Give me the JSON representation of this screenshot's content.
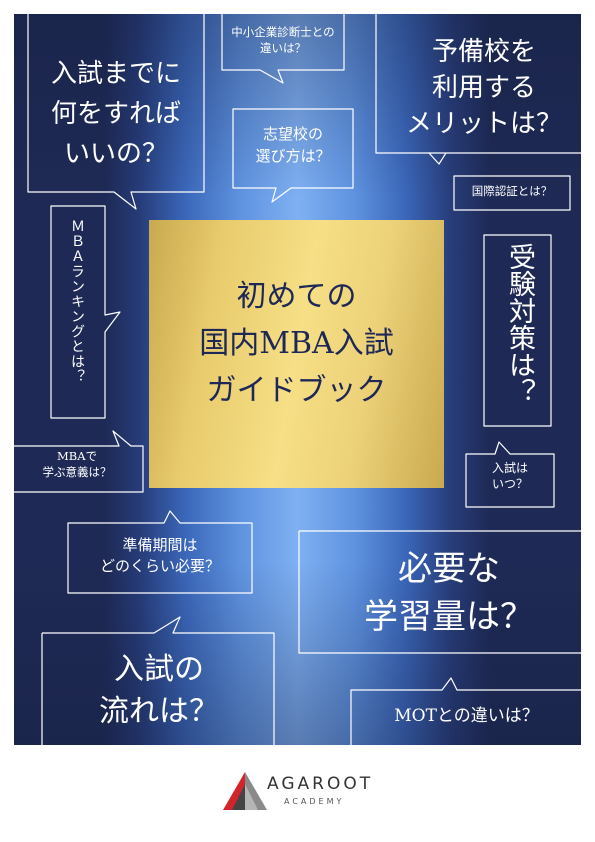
{
  "cover": {
    "title_lines": [
      "初めての",
      "国内MBA入試",
      "ガイドブック"
    ],
    "bubbles": {
      "nyushi_made": [
        "入試までに",
        "何をすれば",
        "いいの？"
      ],
      "chusho": [
        "中小企業診断士との",
        "違いは？"
      ],
      "yobiko": [
        "予備校を",
        "利用する",
        "メリットは？"
      ],
      "shibo": [
        "志望校の",
        "選び方は？"
      ],
      "kokusai": "国際認証とは？",
      "ranking": "ＭＢＡランキングとは？",
      "juken": "受験対策は？",
      "manabu": [
        "MBAで",
        "学ぶ意義は？"
      ],
      "itsu": [
        "入試は",
        "いつ？"
      ],
      "junbi": [
        "準備期間は",
        "どのくらい必要？"
      ],
      "hitsuyo": [
        "必要な",
        "学習量は？"
      ],
      "nagare": [
        "入試の",
        "流れは？"
      ],
      "mot": "MOTとの違いは？"
    }
  },
  "logo": {
    "name": "AGAROOT",
    "sub": "ACADEMY"
  }
}
